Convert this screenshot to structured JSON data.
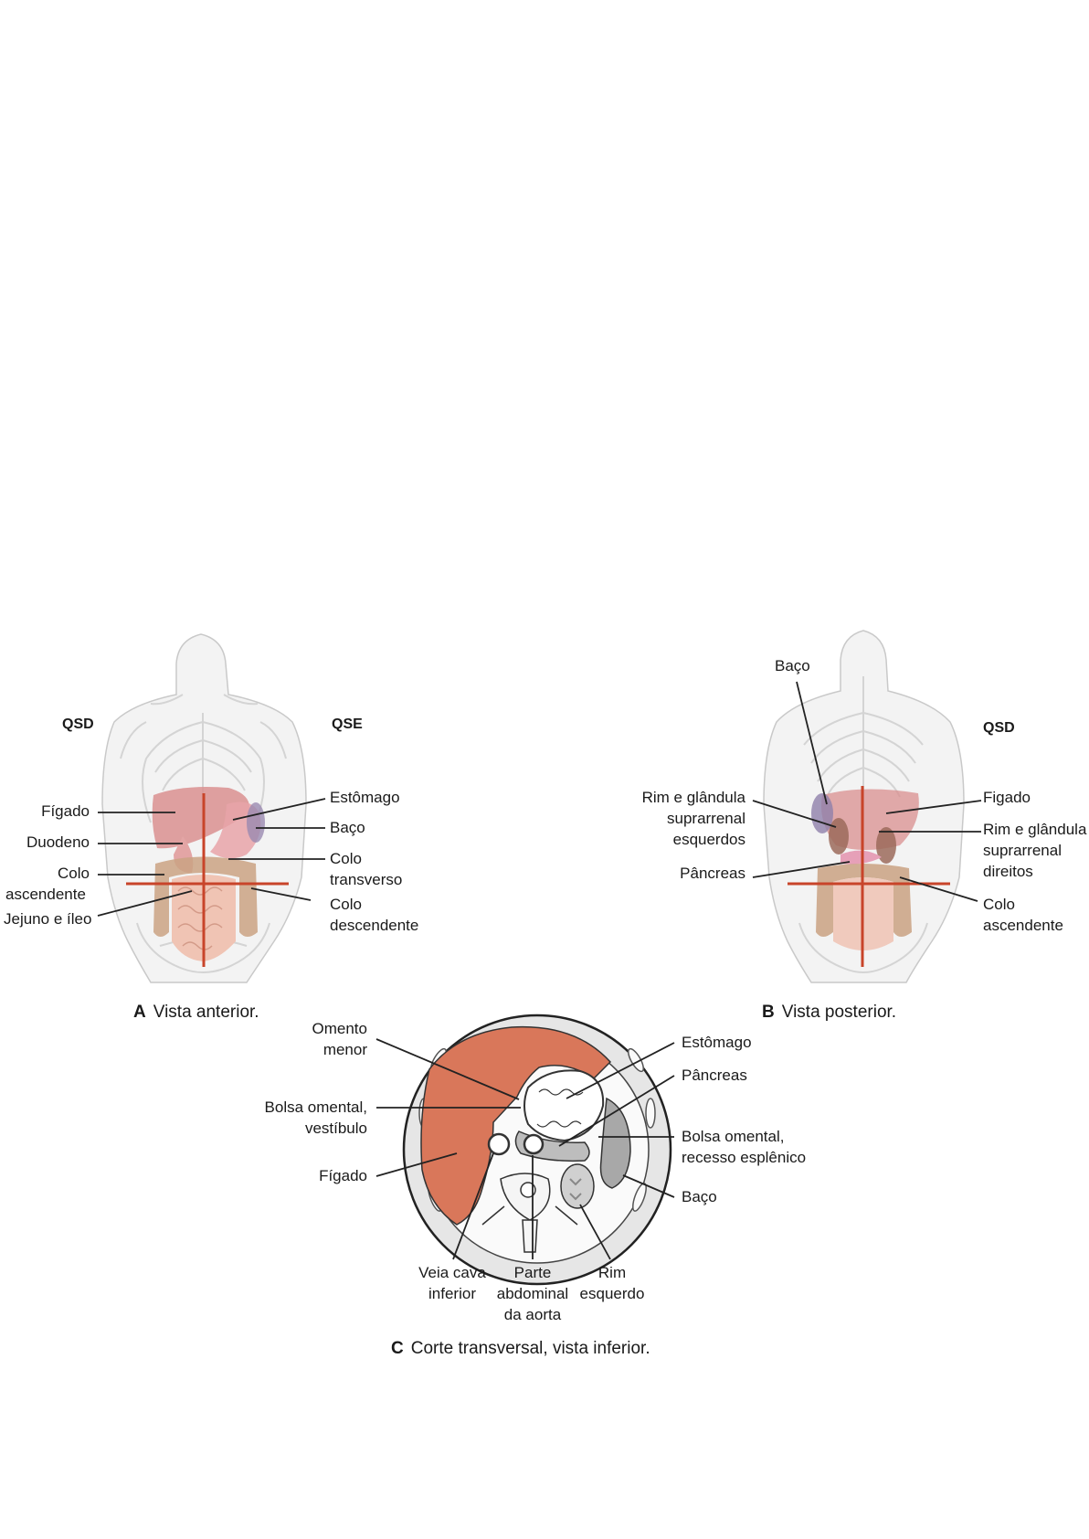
{
  "panel_a": {
    "quad_left": "QSD",
    "quad_right": "QSE",
    "labels": {
      "figado": "Fígado",
      "duodeno": "Duodeno",
      "colo_asc_1": "Colo",
      "colo_asc_2": "ascendente",
      "jejuno": "Jejuno e íleo",
      "estomago": "Estômago",
      "baco": "Baço",
      "colo_trans_1": "Colo",
      "colo_trans_2": "transverso",
      "colo_desc_1": "Colo",
      "colo_desc_2": "descendente"
    },
    "caption_letter": "A",
    "caption_text": "Vista anterior."
  },
  "panel_b": {
    "quad_right": "QSD",
    "labels": {
      "baco": "Baço",
      "rim_esq_1": "Rim e glândula",
      "rim_esq_2": "suprarrenal",
      "rim_esq_3": "esquerdos",
      "pancreas": "Pâncreas",
      "figado": "Figado",
      "rim_dir_1": "Rim e glândula",
      "rim_dir_2": "suprarrenal",
      "rim_dir_3": "direitos",
      "colo_asc_1": "Colo",
      "colo_asc_2": "ascendente"
    },
    "caption_letter": "B",
    "caption_text": "Vista posterior."
  },
  "panel_c": {
    "labels": {
      "omento_1": "Omento",
      "omento_2": "menor",
      "bolsa_vest_1": "Bolsa omental,",
      "bolsa_vest_2": "vestíbulo",
      "figado": "Fígado",
      "estomago": "Estômago",
      "pancreas": "Pâncreas",
      "bolsa_rec_1": "Bolsa omental,",
      "bolsa_rec_2": "recesso esplênico",
      "baco": "Baço",
      "veia_1": "Veia cava",
      "veia_2": "inferior",
      "aorta_1": "Parte",
      "aorta_2": "abdominal",
      "aorta_3": "da aorta",
      "rim_1": "Rim",
      "rim_2": "esquerdo"
    },
    "caption_letter": "C",
    "caption_text": "Corte transversal, vista inferior."
  },
  "colors": {
    "plane_line": "#c8442a",
    "liver": "#d9775a",
    "body_outline": "#c9c9c9",
    "organ_pink": "#e9a0a0",
    "colon": "#caa283",
    "tissue_gray": "#bdbdbd"
  }
}
